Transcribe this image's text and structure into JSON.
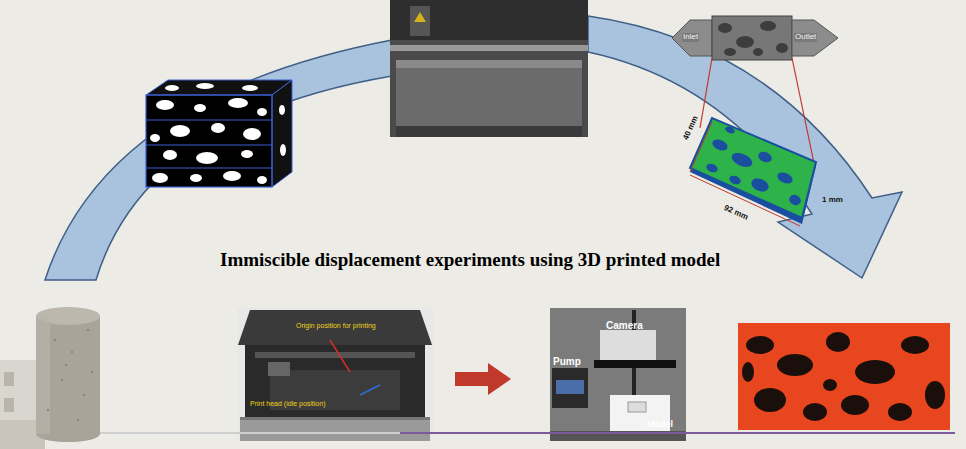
{
  "diagram": {
    "title": "Immiscible displacement experiments using 3D printed model",
    "labels": [
      "Inlet",
      "Outlet",
      "40 mm",
      "92 mm",
      "1 mm",
      "Origin position for printing",
      "Print head (idle position)",
      "Camera",
      "Pump",
      "Model"
    ]
  }
}
